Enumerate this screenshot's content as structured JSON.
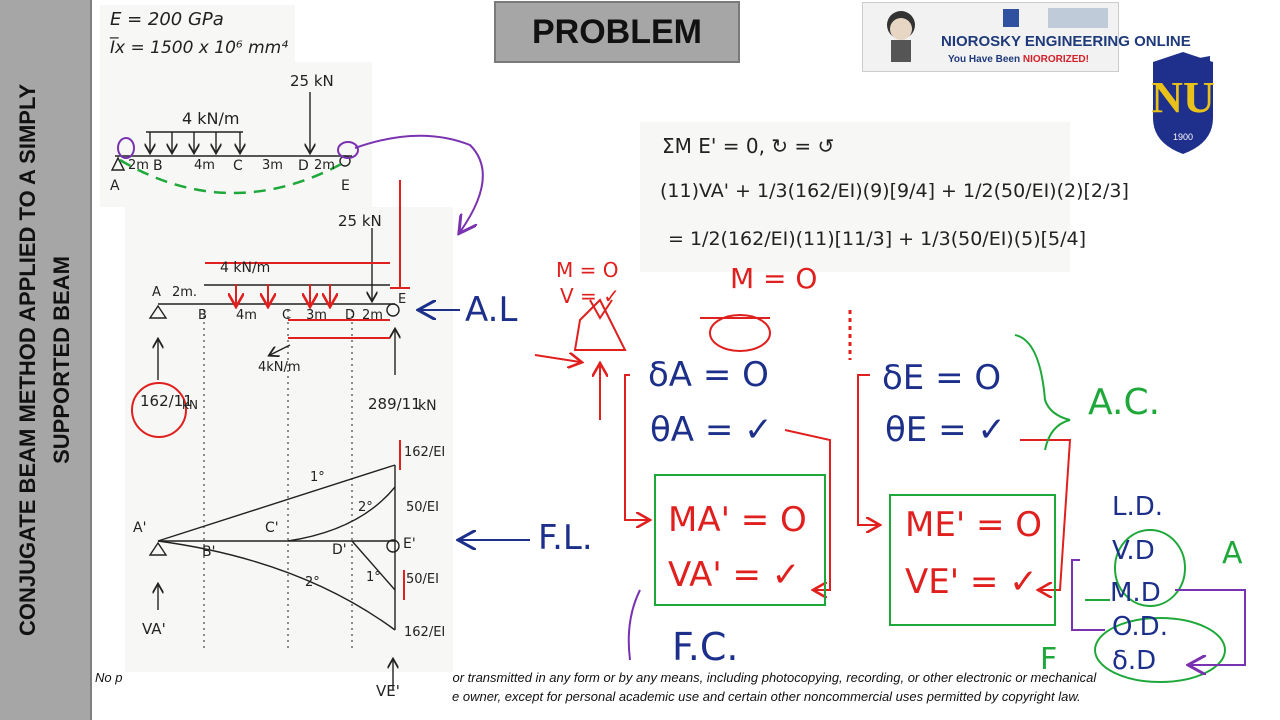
{
  "side_title": {
    "line1": "CONJUGATE BEAM METHOD APPLIED TO A SIMPLY",
    "line2": "SUPPORTED BEAM"
  },
  "header": {
    "problem_label": "PROBLEM"
  },
  "brand": {
    "name": "NIOROSKY ENGINEERING ONLINE",
    "tagline_prefix": "You Have Been ",
    "tagline_highlight": "NIORORIZED!"
  },
  "seal": {
    "year": "1900",
    "monogram": "NU"
  },
  "given": {
    "E": "E = 200 GPa",
    "I": "I̅x = 1500 x 10⁶ mm⁴"
  },
  "beam": {
    "point_load": "25 kN",
    "udl": "4 kN/m",
    "points": [
      "A",
      "B",
      "C",
      "D",
      "E"
    ],
    "spans": [
      "2m",
      "4m",
      "3m",
      "2m"
    ],
    "extra_span": "2m.",
    "extra_udl": "4kN/m",
    "reaction_A": "162/11",
    "reaction_E": "289/11",
    "reaction_unit": "kN"
  },
  "conjugate": {
    "points": [
      "A'",
      "B'",
      "C'",
      "D'",
      "E'"
    ],
    "labels": [
      "1°",
      "2°",
      "2°",
      "1°"
    ],
    "moments": [
      "162/EI",
      "50/EI",
      "50/EI",
      "162/EI"
    ],
    "reactions": [
      "VA'",
      "VE'"
    ]
  },
  "equation": {
    "line1": "ΣM E' = 0,  ↻ = ↺",
    "line2": "(11)VA' + 1/3(162/EI)(9)[9/4] + 1/2(50/EI)(2)[2/3]",
    "line3": "= 1/2(162/EI)(11)[11/3] + 1/3(50/EI)(5)[5/4]"
  },
  "annotations": {
    "AL": "A.L",
    "FL": "F.L.",
    "AC": "A.C.",
    "FC": "F.C.",
    "M0_top": "M = O",
    "V_check": "V = ✓",
    "M0_right": "M = O",
    "deltaA": "δA = O",
    "thetaA": "θA = ✓",
    "deltaE": "δE = O",
    "thetaE": "θE = ✓",
    "MA": "MA' = O",
    "VA": "VA' = ✓",
    "ME": "ME' = O",
    "VE": "VE' = ✓",
    "legend": [
      "L.D.",
      "V.D",
      "M.D",
      "O.D.",
      "δ.D"
    ],
    "legend_A": "A",
    "legend_F": "F"
  },
  "copyright": {
    "line1_start": "No p",
    "line1_end": "or transmitted in any form or by any means, including photocopying, recording, or other electronic or mechanical",
    "line2_end": "e owner, except for personal academic use and certain other noncommercial uses permitted by copyright law."
  },
  "colors": {
    "sidebar": "#a6a6a6",
    "red": "#e0201e",
    "blue": "#1c2f8a",
    "green": "#1fa83a",
    "purple": "#7a33b0",
    "seal": "#1e2f8c",
    "seal_gold": "#e8c21a"
  }
}
